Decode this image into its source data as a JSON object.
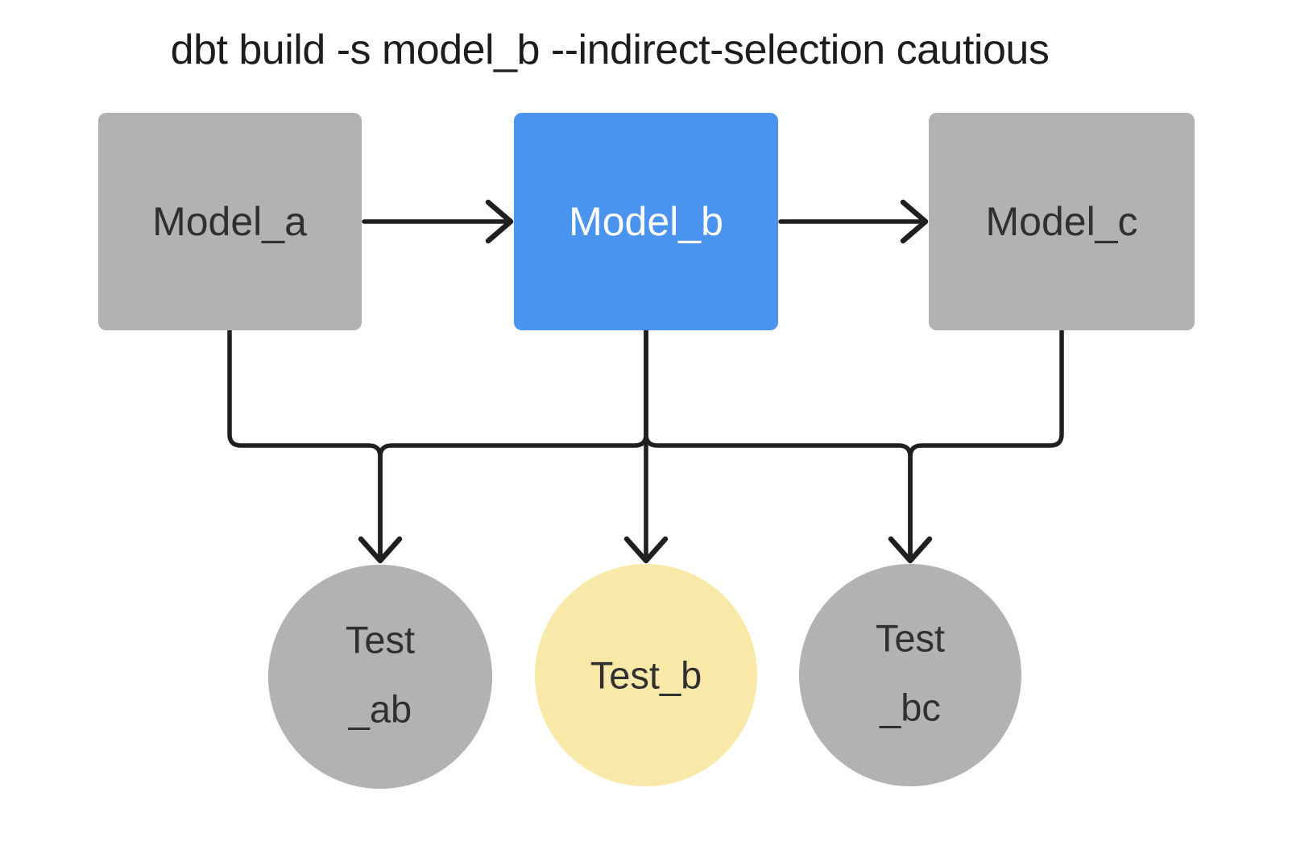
{
  "title": "dbt build -s model_b --indirect-selection cautious",
  "colors": {
    "background": "#FFFFFF",
    "model_default_fill": "#B2B2B2",
    "model_selected_fill": "#4A94F0",
    "test_default_fill": "#B2B2B2",
    "test_indirect_fill": "#F8E9A8",
    "edge_stroke": "#1F1F1F",
    "title_text": "#1D1D1F",
    "node_text_dark": "#303030",
    "node_text_light": "#FFFFFF"
  },
  "nodes": {
    "model_a": {
      "label": "Model_a",
      "kind": "model",
      "selected": false
    },
    "model_b": {
      "label": "Model_b",
      "kind": "model",
      "selected": true
    },
    "model_c": {
      "label": "Model_c",
      "kind": "model",
      "selected": false
    },
    "test_ab": {
      "label": "Test_ab",
      "label_line1": "Test",
      "label_line2": "_ab",
      "kind": "test",
      "included": false
    },
    "test_b": {
      "label": "Test_b",
      "kind": "test",
      "included": true
    },
    "test_bc": {
      "label": "Test_bc",
      "label_line1": "Test",
      "label_line2": "_bc",
      "kind": "test",
      "included": false
    }
  },
  "edges": [
    {
      "from": "model_a",
      "to": "model_b"
    },
    {
      "from": "model_b",
      "to": "model_c"
    },
    {
      "from": "model_a",
      "to": "test_ab"
    },
    {
      "from": "model_b",
      "to": "test_ab"
    },
    {
      "from": "model_b",
      "to": "test_b"
    },
    {
      "from": "model_b",
      "to": "test_bc"
    },
    {
      "from": "model_c",
      "to": "test_bc"
    }
  ]
}
